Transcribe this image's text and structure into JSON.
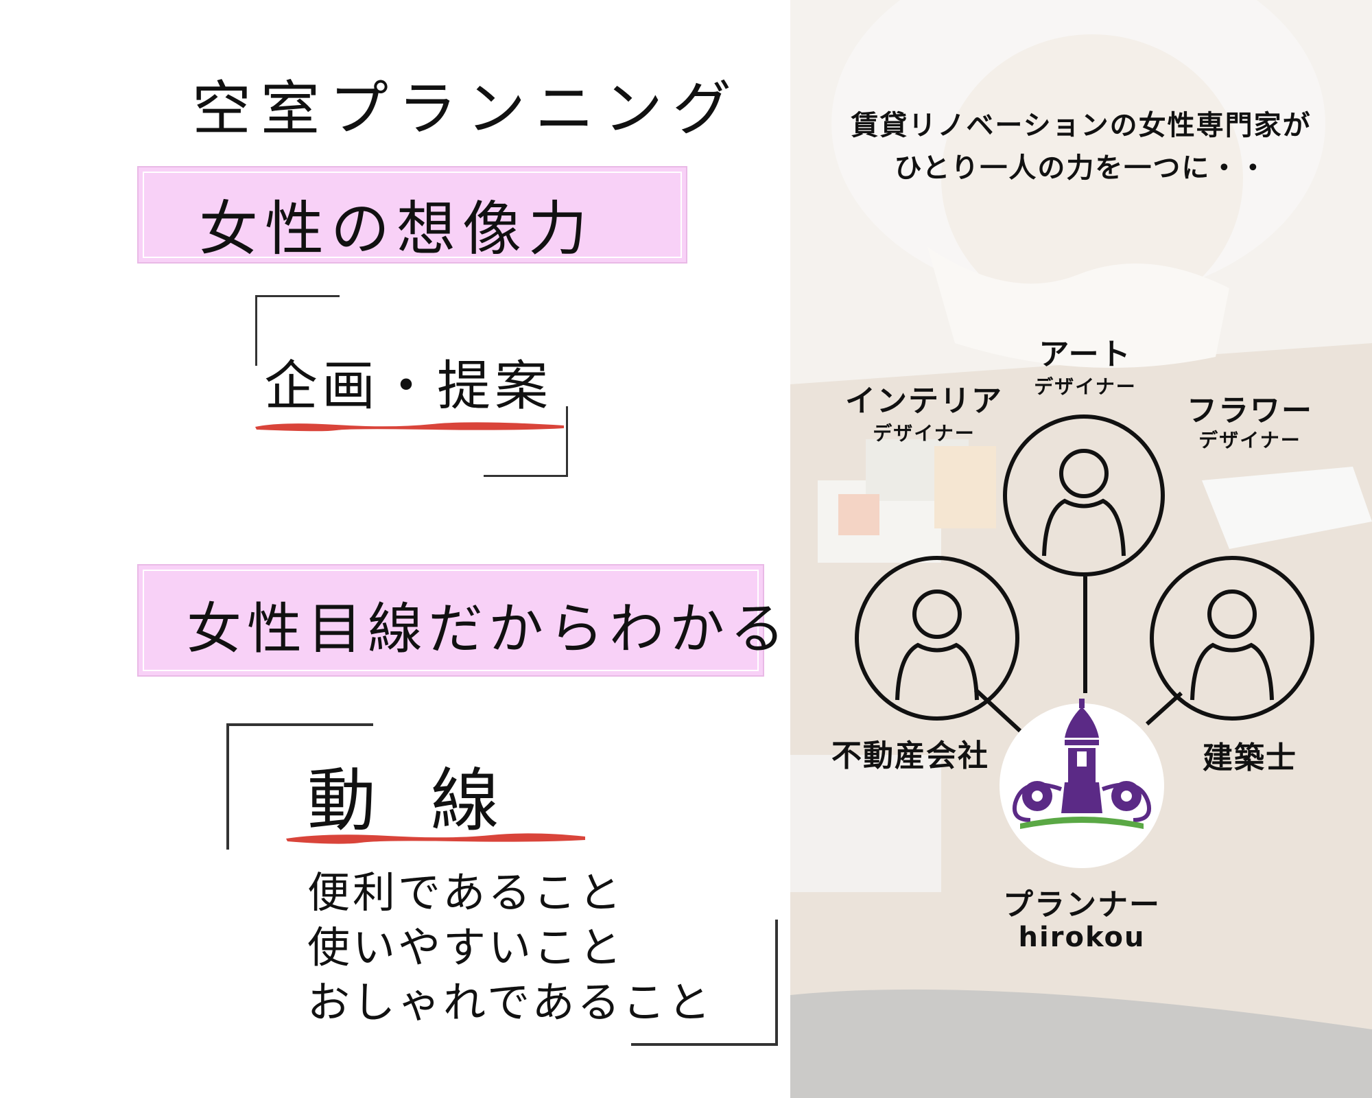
{
  "left": {
    "title": "空室プランニング",
    "box1_text": "女性の想像力",
    "plan_text": "企画・提案",
    "box2_text": "女性目線だからわかる",
    "dousen": "動 線",
    "benefits": [
      "便利であること",
      "使いやすいこと",
      "おしゃれであること"
    ]
  },
  "right": {
    "caption_line1": "賃貸リノベーションの女性専門家が",
    "caption_line2": "ひとり一人の力を一つに・・",
    "roles": {
      "art": {
        "title": "アート",
        "sub": "デザイナー"
      },
      "interior": {
        "title": "インテリア",
        "sub": "デザイナー"
      },
      "flower": {
        "title": "フラワー",
        "sub": "デザイナー"
      },
      "realestate": {
        "title": "不動産会社"
      },
      "architect": {
        "title": "建築士"
      },
      "planner": {
        "title": "プランナー",
        "name": "hirokou"
      }
    }
  },
  "colors": {
    "pink_box": "#f8d1f7",
    "brush_red": "#d9443a",
    "logo_purple": "#5b2a86",
    "logo_green": "#5aa845"
  },
  "icons": [
    "person-icon",
    "person-icon",
    "person-icon",
    "person-icon",
    "castle-logo-icon"
  ]
}
